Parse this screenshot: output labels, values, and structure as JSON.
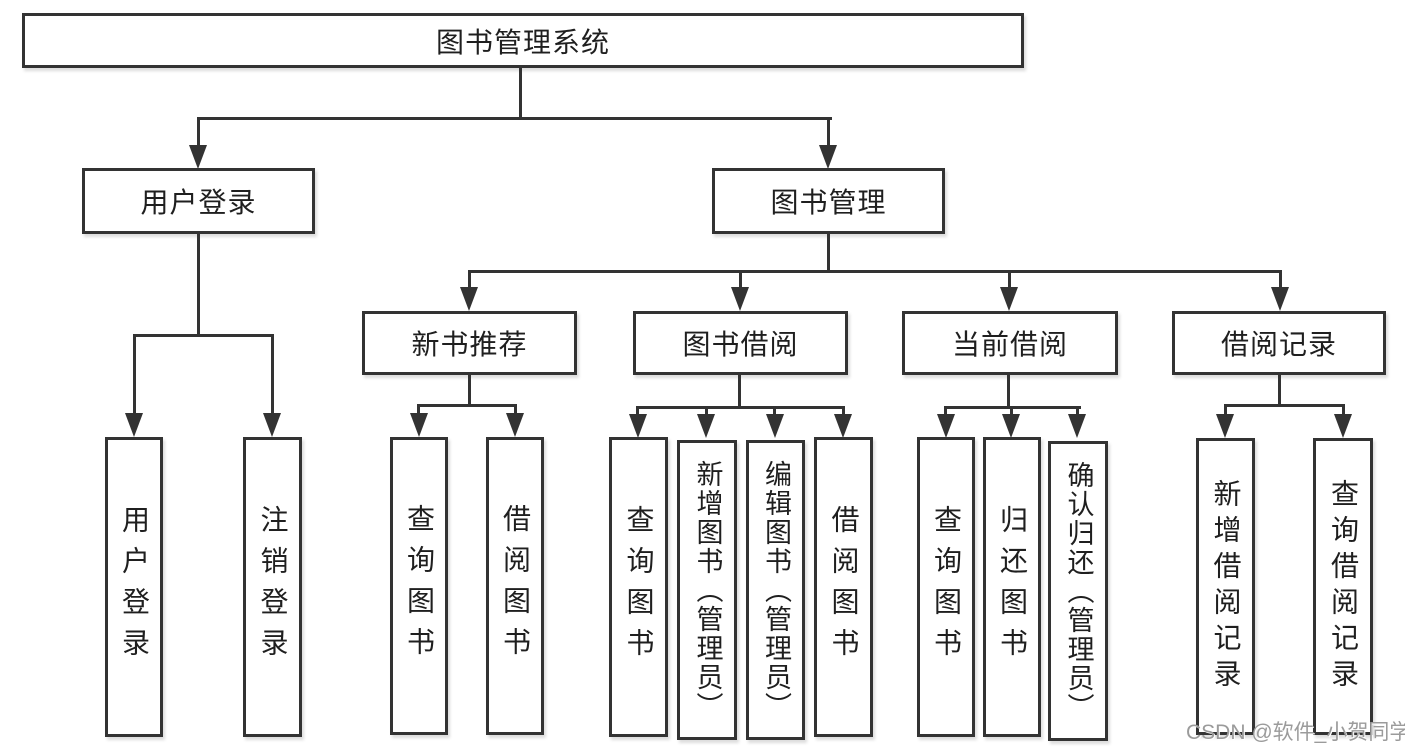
{
  "diagram": {
    "root": {
      "label": "图书管理系统"
    },
    "branches": [
      {
        "label": "用户登录",
        "children": [
          {
            "label": "用户登录"
          },
          {
            "label": "注销登录"
          }
        ]
      },
      {
        "label": "图书管理",
        "children": [
          {
            "label": "新书推荐",
            "children": [
              {
                "label": "查询图书"
              },
              {
                "label": "借阅图书"
              }
            ]
          },
          {
            "label": "图书借阅",
            "children": [
              {
                "label": "查询图书"
              },
              {
                "label": "新增图书（管理员）"
              },
              {
                "label": "编辑图书（管理员）"
              },
              {
                "label": "借阅图书"
              }
            ]
          },
          {
            "label": "当前借阅",
            "children": [
              {
                "label": "查询图书"
              },
              {
                "label": "归还图书"
              },
              {
                "label": "确认归还（管理员）"
              }
            ]
          },
          {
            "label": "借阅记录",
            "children": [
              {
                "label": "新增借阅记录"
              },
              {
                "label": "查询借阅记录"
              }
            ]
          }
        ]
      }
    ],
    "watermark": "CSDN @软件_小贺同学",
    "colors": {
      "line": "#333333",
      "box_border": "#333333",
      "box_fill": "#ffffff",
      "text": "#1f1f1f",
      "watermark": "#9b9b9b",
      "background": "#ffffff"
    }
  }
}
